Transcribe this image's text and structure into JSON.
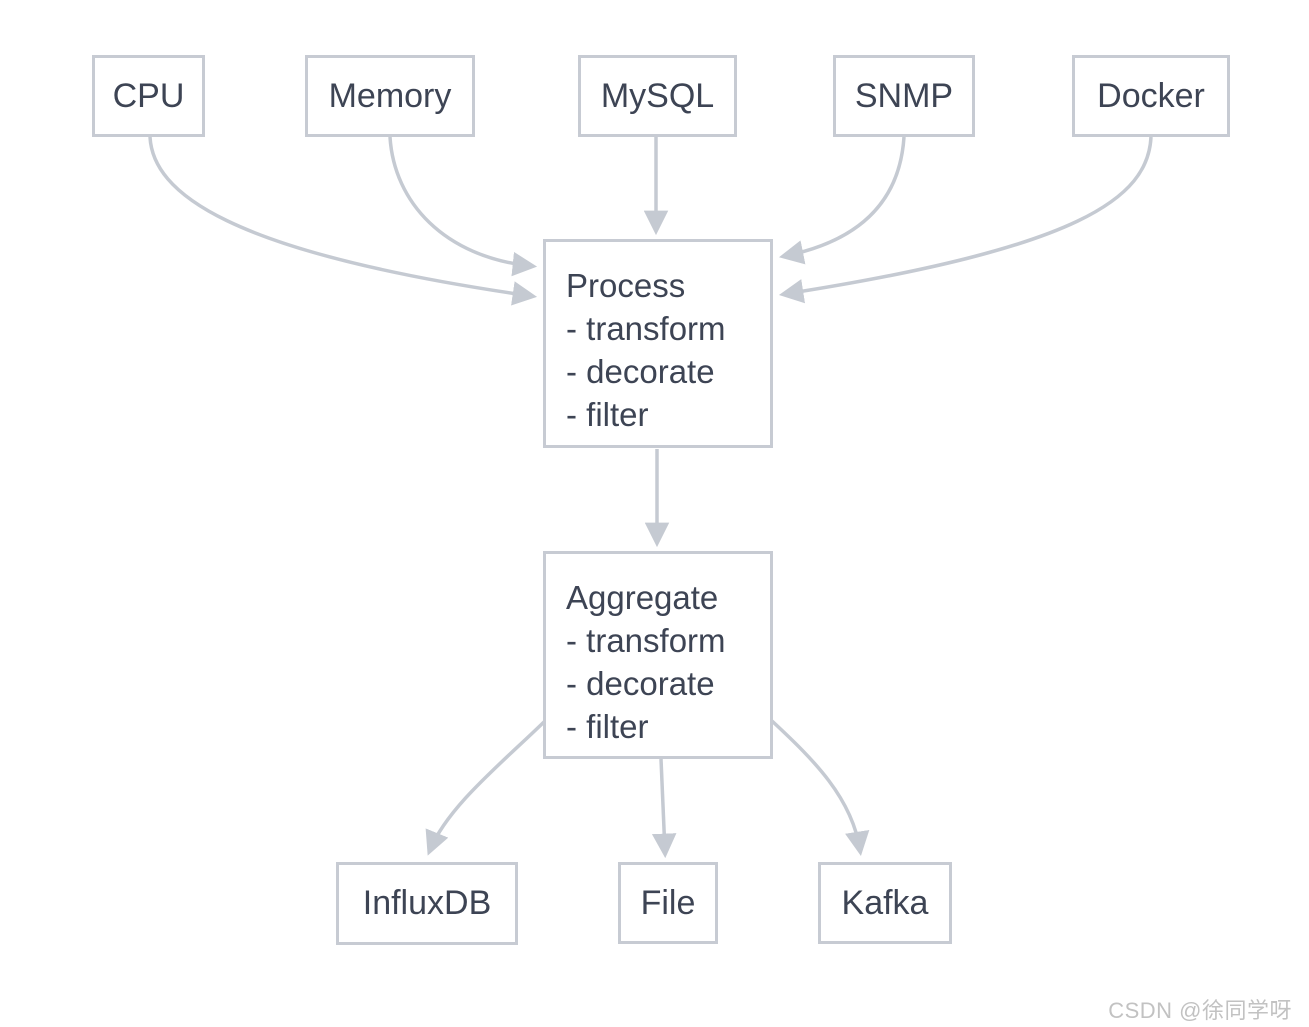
{
  "colors": {
    "background": "#ffffff",
    "edge_line": "#c5cad2",
    "box_border": "#c7cbd3",
    "box_fill": "#ffffff",
    "text": "#3d4454",
    "watermark_text": "#c2c2c2"
  },
  "diagram": {
    "sources": [
      {
        "id": "cpu",
        "label": "CPU"
      },
      {
        "id": "memory",
        "label": "Memory"
      },
      {
        "id": "mysql",
        "label": "MySQL"
      },
      {
        "id": "snmp",
        "label": "SNMP"
      },
      {
        "id": "docker",
        "label": "Docker"
      }
    ],
    "process": {
      "title": "Process",
      "items": [
        "- transform",
        "- decorate",
        "- filter"
      ]
    },
    "aggregate": {
      "title": "Aggregate",
      "items": [
        "- transform",
        "- decorate",
        "- filter"
      ]
    },
    "sinks": [
      {
        "id": "influxdb",
        "label": "InfluxDB"
      },
      {
        "id": "file",
        "label": "File"
      },
      {
        "id": "kafka",
        "label": "Kafka"
      }
    ],
    "edges": [
      {
        "from": "cpu",
        "to": "process"
      },
      {
        "from": "memory",
        "to": "process"
      },
      {
        "from": "mysql",
        "to": "process"
      },
      {
        "from": "snmp",
        "to": "process"
      },
      {
        "from": "docker",
        "to": "process"
      },
      {
        "from": "process",
        "to": "aggregate"
      },
      {
        "from": "aggregate",
        "to": "influxdb"
      },
      {
        "from": "aggregate",
        "to": "file"
      },
      {
        "from": "aggregate",
        "to": "kafka"
      }
    ]
  },
  "watermark": {
    "text": "CSDN @徐同学呀"
  }
}
